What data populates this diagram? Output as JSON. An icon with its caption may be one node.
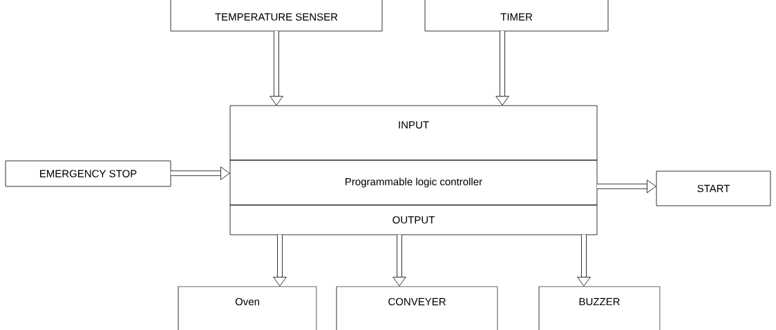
{
  "diagram": {
    "nodes": [
      {
        "text": [
          "TEMPERATURE SENSER"
        ]
      },
      {
        "text": [
          "TIMER"
        ]
      },
      {
        "text": [
          "INPUT"
        ]
      },
      {
        "text": [
          "EMERGENCY STOP"
        ]
      },
      {
        "text": [
          "Programmable logic controller"
        ]
      },
      {
        "text": [
          "START"
        ]
      },
      {
        "text": [
          "OUTPUT"
        ]
      },
      {
        "text": [
          "Oven"
        ]
      },
      {
        "text": [
          "CONVEYER"
        ]
      },
      {
        "text": [
          "BUZZER"
        ]
      }
    ],
    "edges": [
      {
        "from": 0,
        "to": 2,
        "arrow": "to"
      },
      {
        "from": 1,
        "to": 2,
        "arrow": "to"
      },
      {
        "from": 3,
        "to": 4,
        "arrow": "to"
      },
      {
        "from": 4,
        "to": 5,
        "arrow": "to"
      },
      {
        "from": 6,
        "to": 7,
        "arrow": "to"
      },
      {
        "from": 6,
        "to": 8,
        "arrow": "to"
      },
      {
        "from": 6,
        "to": 9,
        "arrow": "to"
      }
    ]
  }
}
